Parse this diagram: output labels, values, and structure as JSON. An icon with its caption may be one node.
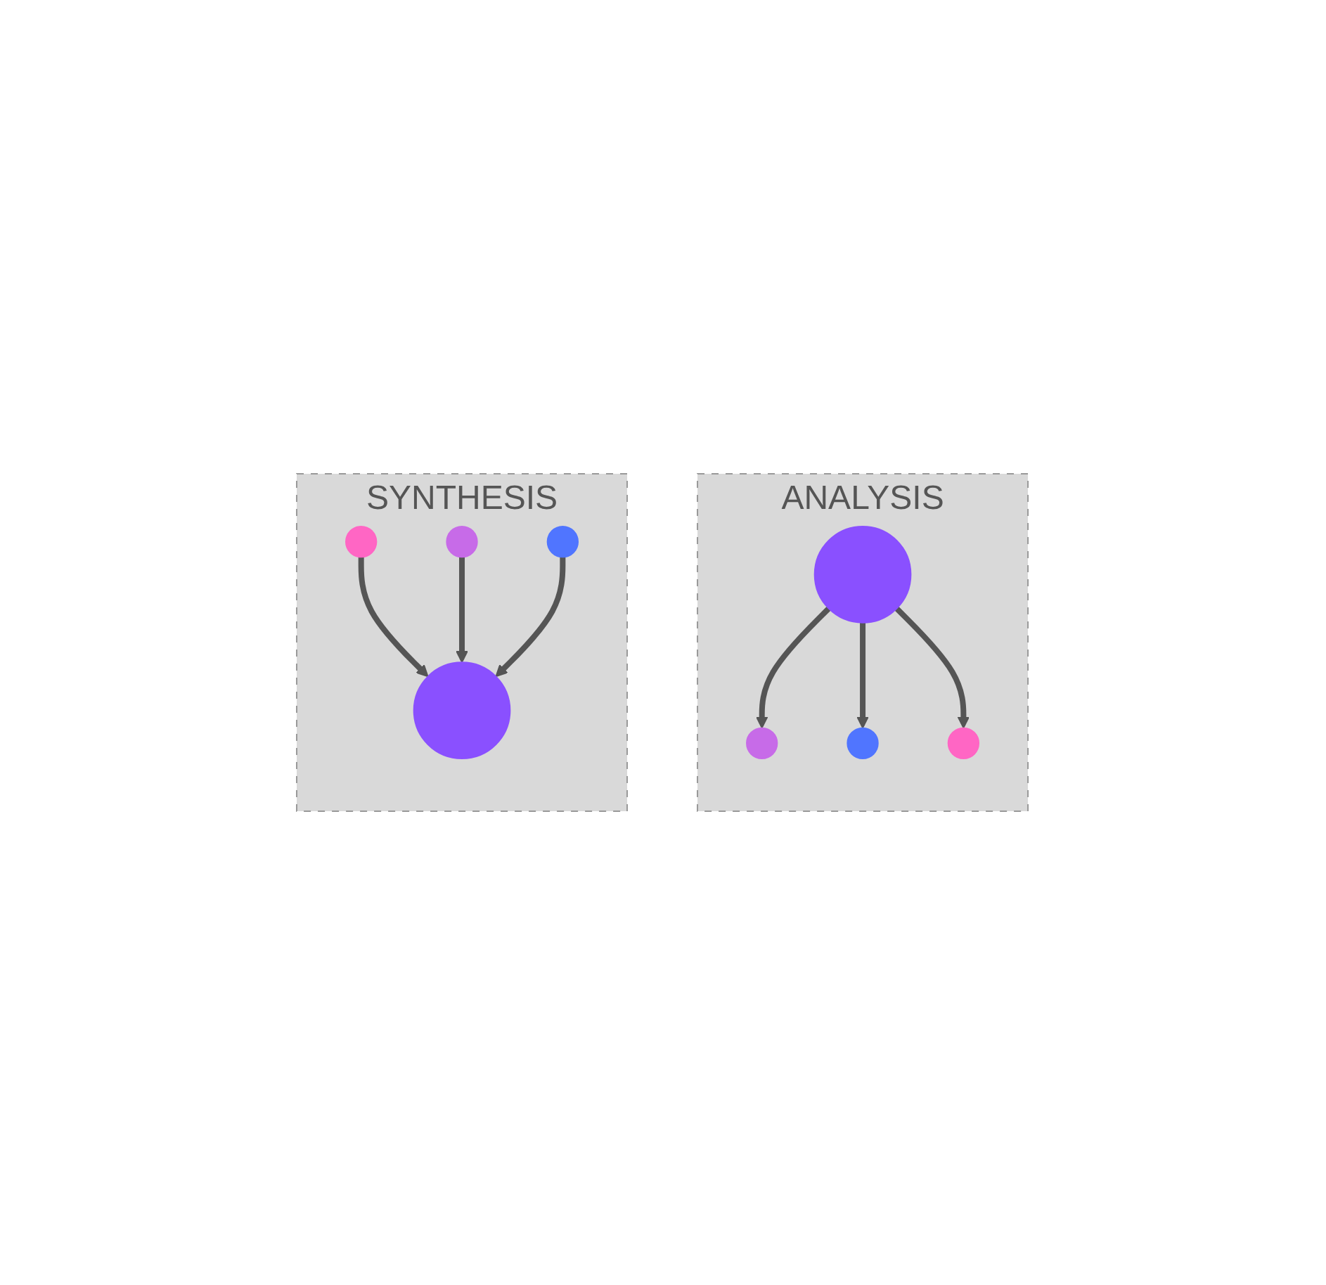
{
  "diagram": {
    "nodes": [
      {
        "text": [
          "ANALYSIS"
        ]
      },
      {
        "text": [],
        "shape": "circle",
        "in": 0
      },
      {
        "text": [],
        "shape": "circle",
        "in": 0
      },
      {
        "text": [],
        "shape": "circle",
        "in": 0
      },
      {
        "text": [],
        "shape": "circle",
        "in": 0
      },
      {
        "text": [
          "SYNTHESIS"
        ]
      },
      {
        "text": [],
        "shape": "circle",
        "in": 5
      },
      {
        "text": [],
        "shape": "circle",
        "in": 5
      },
      {
        "text": [],
        "shape": "circle",
        "in": 5
      },
      {
        "text": [],
        "shape": "circle",
        "in": 5
      }
    ],
    "edges": [
      {
        "from": 1,
        "to": 2,
        "arrow": "to"
      },
      {
        "from": 1,
        "to": 4,
        "arrow": "to"
      },
      {
        "from": 1,
        "to": 3,
        "arrow": "to"
      },
      {
        "from": 7,
        "to": 9,
        "arrow": "to"
      },
      {
        "from": 6,
        "to": 9,
        "arrow": "to"
      },
      {
        "from": 8,
        "to": 9,
        "arrow": "to"
      }
    ]
  }
}
